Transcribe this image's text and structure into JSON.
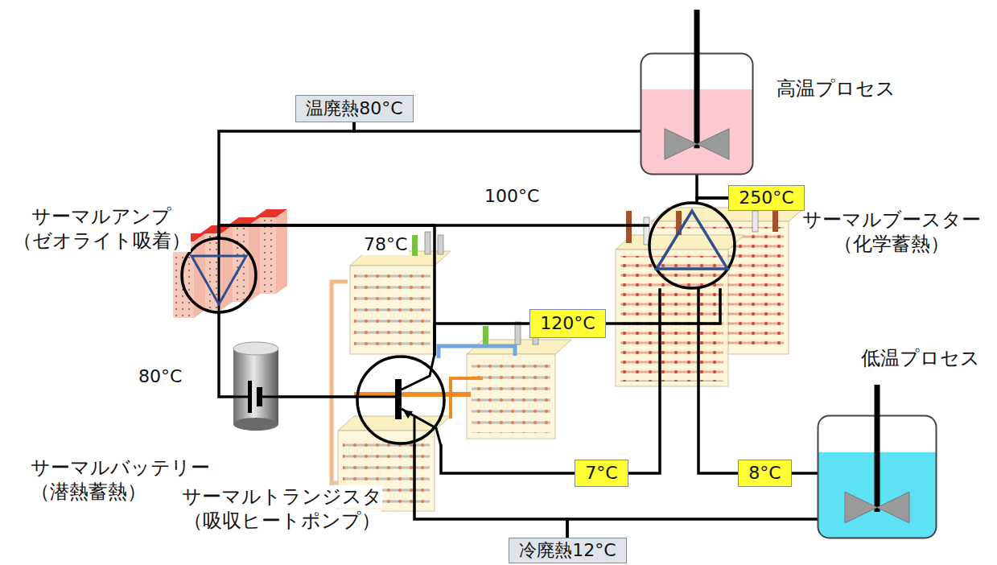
{
  "diagram": {
    "nodes": [
      {
        "text": [
          "高温プロセス"
        ]
      },
      {
        "text": [
          "温廃熱80°C"
        ]
      },
      {
        "text": [
          "サーマルアンプ （ゼオライト吸着）"
        ]
      },
      {
        "text": [
          "サーマルブースター （化学蓄熱）"
        ]
      },
      {
        "text": [
          "250°C"
        ]
      },
      {
        "text": [
          "120°C"
        ]
      },
      {
        "text": [
          "サーマルバッテリー （潜熱蓄熱）"
        ]
      },
      {
        "text": [
          "サーマルトランジスタ （吸収ヒートポンプ）"
        ]
      },
      {
        "text": [
          "7°C"
        ]
      },
      {
        "text": [
          "8°C"
        ]
      },
      {
        "text": [
          "低温プロセス"
        ]
      },
      {
        "text": [
          "冷廃熱12°C"
        ]
      }
    ],
    "edges": [
      {
        "from": 0,
        "to": 1,
        "arrow": "none"
      },
      {
        "from": 1,
        "to": 2,
        "arrow": "none"
      },
      {
        "from": 2,
        "to": 6,
        "arrow": "none"
      },
      {
        "from": 6,
        "to": 7,
        "arrow": "none"
      },
      {
        "from": 2,
        "to": 7,
        "arrow": "none"
      },
      {
        "from": 2,
        "to": 3,
        "arrow": "none"
      },
      {
        "from": 0,
        "to": 4,
        "arrow": "none"
      },
      {
        "from": 4,
        "to": 3,
        "arrow": "none"
      },
      {
        "from": 7,
        "to": 5,
        "arrow": "none"
      },
      {
        "from": 5,
        "to": 3,
        "arrow": "none"
      },
      {
        "from": 7,
        "to": 8,
        "arrow": "none"
      },
      {
        "from": 8,
        "to": 3,
        "arrow": "none"
      },
      {
        "from": 3,
        "to": 9,
        "arrow": "none"
      },
      {
        "from": 9,
        "to": 10,
        "arrow": "none"
      },
      {
        "from": 7,
        "to": 11,
        "arrow": "none"
      },
      {
        "from": 11,
        "to": 10,
        "arrow": "none"
      }
    ],
    "labels": [
      "100°C",
      "78°C",
      "80°C"
    ]
  }
}
